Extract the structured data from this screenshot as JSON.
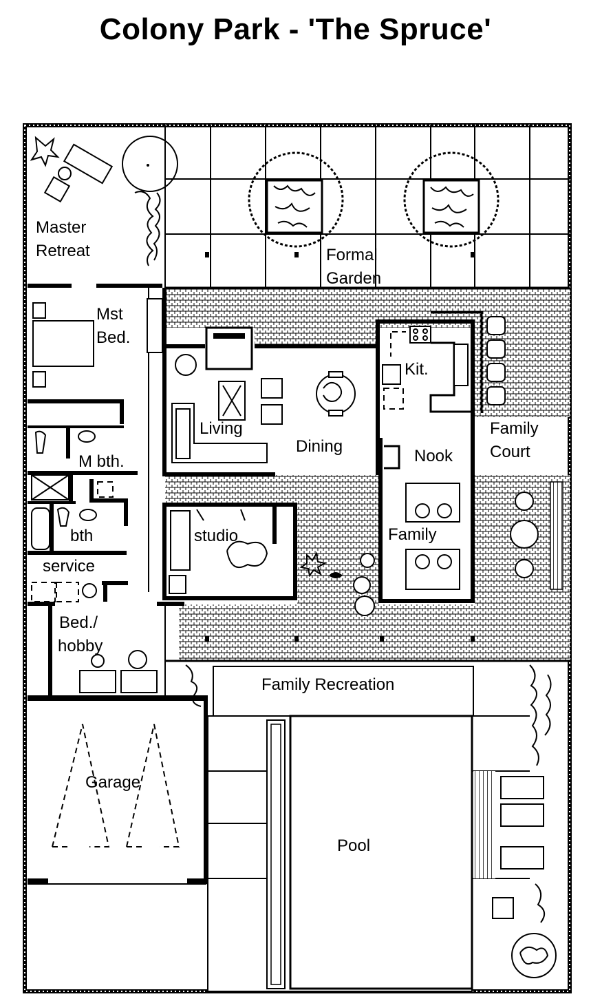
{
  "title": "Colony Park - 'The Spruce'",
  "rooms": {
    "master_retreat_1": "Master",
    "master_retreat_2": "Retreat",
    "formal_garden_1": "Formal",
    "formal_garden_2": "Garden",
    "mst_bed_1": "Mst",
    "mst_bed_2": "Bed.",
    "kitchen": "Kit.",
    "living": "Living",
    "dining": "Dining",
    "family_court_1": "Family",
    "family_court_2": "Court",
    "nook": "Nook",
    "m_bath": "M bth.",
    "bath": "bth",
    "studio": "studio",
    "family": "Family",
    "service": "service",
    "bed_hobby_1": "Bed./",
    "bed_hobby_2": "hobby",
    "family_recreation": "Family Recreation",
    "garage": "Garage",
    "pool": "Pool"
  }
}
